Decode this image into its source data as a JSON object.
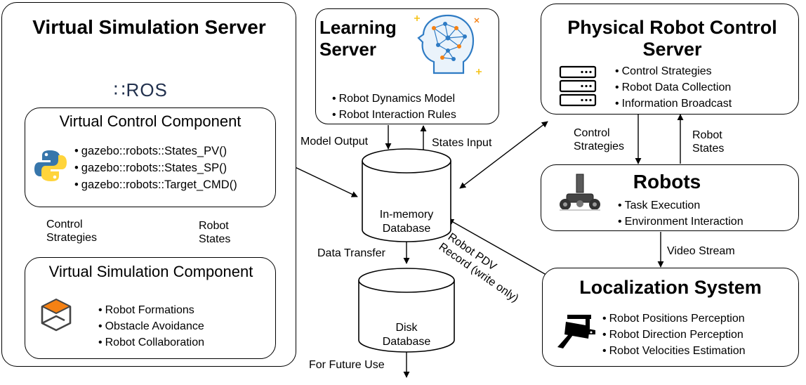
{
  "vss": {
    "title": "Virtual Simulation Server",
    "ros_logo": "∷ROS",
    "vcc_title": "Virtual Control Component",
    "vcc_items": [
      "gazebo::robots::States_PV()",
      "gazebo::robots::States_SP()",
      "gazebo::robots::Target_CMD()"
    ],
    "control_strategies": "Control Strategies",
    "robot_states": "Robot States",
    "vsc_title": "Virtual Simulation Component",
    "vsc_items": [
      "Robot Formations",
      "Obstacle Avoidance",
      "Robot Collaboration"
    ]
  },
  "learning": {
    "title": "Learning Server",
    "items": [
      "Robot Dynamics Model",
      "Robot Interaction Rules"
    ]
  },
  "prcs": {
    "title": "Physical Robot Control Server",
    "items": [
      "Control Strategies",
      "Robot Data Collection",
      "Information Broadcast"
    ]
  },
  "robots": {
    "title": "Robots",
    "items": [
      "Task Execution",
      "Environment Interaction"
    ],
    "control_strategies": "Control Strategies",
    "robot_states": "Robot States"
  },
  "localization": {
    "title": "Localization System",
    "items": [
      "Robot Positions Perception",
      "Robot Direction Perception",
      "Robot Velocities Estimation"
    ]
  },
  "center": {
    "model_output": "Model Output",
    "states_input": "States Input",
    "inmem_db": "In-memory Database",
    "data_transfer": "Data Transfer",
    "disk_db": "Disk Database",
    "future_use": "For Future Use",
    "record_line1": "Robot PDV",
    "record_line2": "Record (write only)",
    "video_stream": "Video Stream"
  },
  "icons": {
    "ros": "ros-logo",
    "python": "python-logo-icon",
    "gazebo": "gazebo-logo-icon",
    "brain": "brain-network-icon",
    "server": "server-rack-icon",
    "robot": "robot-vehicle-icon",
    "camera": "security-camera-icon"
  },
  "colors": {
    "python_blue": "#3776ab",
    "python_yellow": "#ffd43b",
    "gazebo_orange": "#f58113",
    "brain_blue": "#2e7bc4",
    "ros_gray": "#22314e"
  }
}
